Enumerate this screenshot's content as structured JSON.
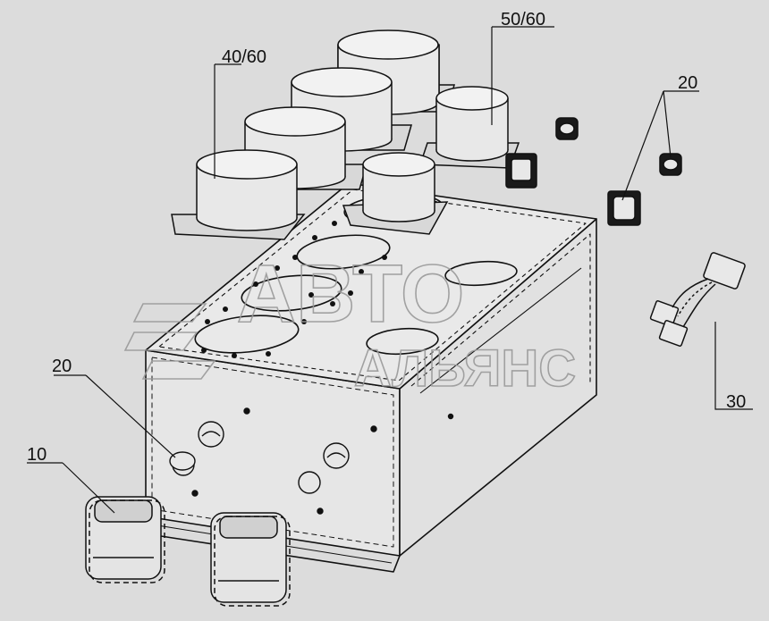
{
  "diagram": {
    "type": "exploded-parts-view",
    "background": "#dcdcdc",
    "line_color": "#111111",
    "callouts": [
      {
        "id": "40-60",
        "label": "40/60"
      },
      {
        "id": "50-60",
        "label": "50/60"
      },
      {
        "id": "20-right",
        "label": "20"
      },
      {
        "id": "20-left",
        "label": "20"
      },
      {
        "id": "10",
        "label": "10"
      },
      {
        "id": "30",
        "label": "30"
      }
    ],
    "watermark": {
      "line1": "АВТО",
      "line2": "АЛЬЯНС",
      "color": "#9a9a9a"
    }
  }
}
